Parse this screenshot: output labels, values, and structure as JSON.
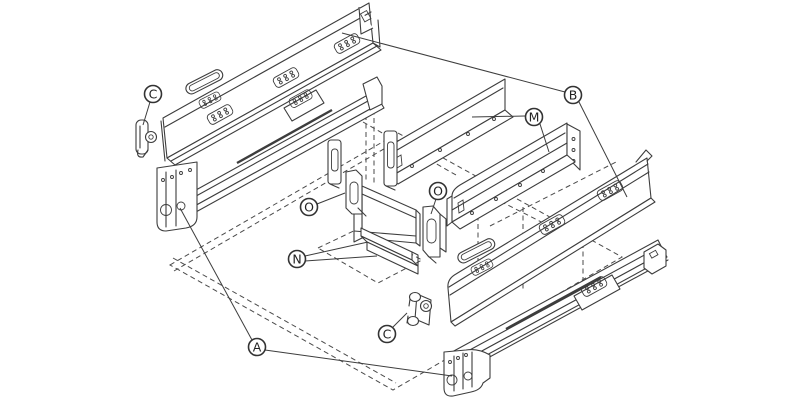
{
  "diagram": {
    "description": "Exploded isometric line drawing of a drawer assembly: two side panels, two slide rails, two inner add-on panels, center front panel, bottom front rail, front brackets, fixing clips and a dashed drawer bottom panel",
    "background_color": "#ffffff",
    "line_color": "#3d3d3d",
    "dashed_line_color": "#4a4a4a",
    "callouts": [
      {
        "id": "callout-c-left",
        "label": "C",
        "points_to": "front-fixing-clip-left"
      },
      {
        "id": "callout-b",
        "label": "B",
        "points_to": "drawer-side-panels"
      },
      {
        "id": "callout-m",
        "label": "M",
        "points_to": "inner-add-on-panels"
      },
      {
        "id": "callout-o-left",
        "label": "O",
        "points_to": "front-bracket-left"
      },
      {
        "id": "callout-o-right",
        "label": "O",
        "points_to": "front-bracket-right"
      },
      {
        "id": "callout-n",
        "label": "N",
        "points_to": "bottom-front-rail"
      },
      {
        "id": "callout-a",
        "label": "A",
        "points_to": "drawer-slide-rails"
      },
      {
        "id": "callout-c-bottom",
        "label": "C",
        "points_to": "front-fixing-clip-bottom"
      }
    ],
    "parts": [
      "top-side-panel",
      "left-slide-rail",
      "front-fixing-clip-left",
      "inner-panel-left",
      "inner-panel-right",
      "center-front-panel",
      "bottom-front-rail",
      "front-bracket-left",
      "front-bracket-right",
      "bottom-side-panel",
      "right-slide-rail",
      "front-fixing-clip-bottom",
      "drawer-bottom-panel-dashed"
    ]
  }
}
